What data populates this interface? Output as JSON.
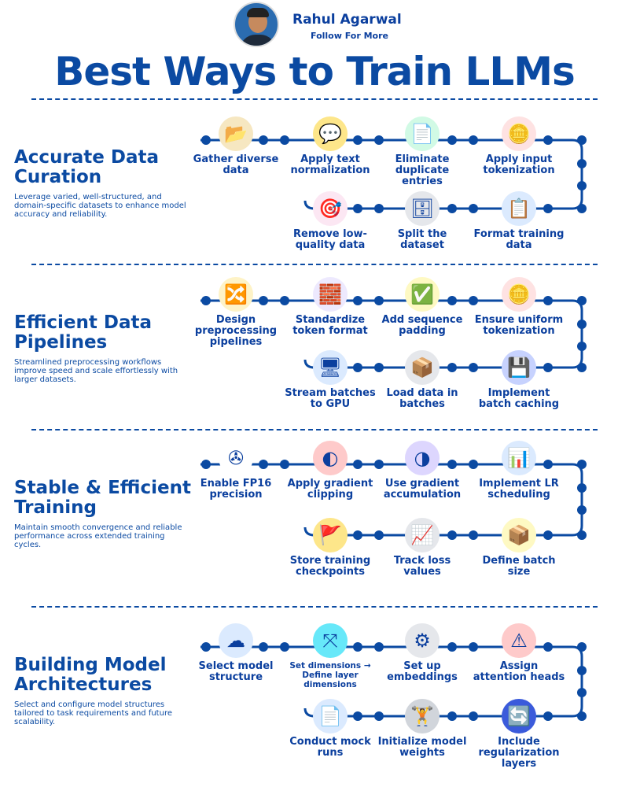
{
  "header": {
    "author": "Rahul Agarwal",
    "follow": "Follow For More",
    "title": "Best Ways to Train LLMs"
  },
  "colors": {
    "primary": "#0b4aa2",
    "text": "#0b3f9e"
  },
  "sections": [
    {
      "title": "Accurate Data Curation",
      "desc": "Leverage varied, well-structured, and domain-specific datasets to enhance model accuracy and reliability.",
      "top": [
        {
          "label": "Gather diverse data",
          "icon": "folder-icon",
          "glyph": "📂",
          "bg": "#f6e7c1"
        },
        {
          "label": "Apply text normalization",
          "icon": "speech-bubble-icon",
          "glyph": "💬",
          "bg": "#fde68a"
        },
        {
          "label": "Eliminate duplicate entries",
          "icon": "documents-icon",
          "glyph": "📄",
          "bg": "#d1fae5"
        },
        {
          "label": "Apply input tokenization",
          "icon": "token-hand-icon",
          "glyph": "🪙",
          "bg": "#fee2e2"
        }
      ],
      "bottom": [
        {
          "label": "Remove low-quality data",
          "icon": "target-icon",
          "glyph": "🎯",
          "bg": "#fce7f3"
        },
        {
          "label": "Split the dataset",
          "icon": "database-icon",
          "glyph": "🗄",
          "bg": "#e5e7eb"
        },
        {
          "label": "Format training data",
          "icon": "qc-clipboard-icon",
          "glyph": "📋",
          "bg": "#dbeafe"
        }
      ]
    },
    {
      "title": "Efficient Data Pipelines",
      "desc": "Streamlined preprocessing workflows improve speed and scale effortlessly with larger datasets.",
      "top": [
        {
          "label": "Design preprocessing pipelines",
          "icon": "pipeline-icon",
          "glyph": "🔀",
          "bg": "#fef3c7"
        },
        {
          "label": "Standardize token format",
          "icon": "stack-icon",
          "glyph": "🧱",
          "bg": "#ede9fe"
        },
        {
          "label": "Add sequence padding",
          "icon": "padding-icon",
          "glyph": "✅",
          "bg": "#fef9c3"
        },
        {
          "label": "Ensure uniform tokenization",
          "icon": "token-hand-icon",
          "glyph": "🪙",
          "bg": "#fee2e2"
        }
      ],
      "bottom": [
        {
          "label": "Stream batches to GPU",
          "icon": "gpu-icon",
          "glyph": "🖥",
          "bg": "#dbeafe"
        },
        {
          "label": "Load data in batches",
          "icon": "batch-icon",
          "glyph": "📦",
          "bg": "#e5e7eb"
        },
        {
          "label": "Implement batch caching",
          "icon": "memory-chip-icon",
          "glyph": "💾",
          "bg": "#c7d2fe"
        }
      ]
    },
    {
      "title": "Stable & Efficient Training",
      "desc": "Maintain smooth convergence and reliable performance across extended training cycles.",
      "top": [
        {
          "label": "Enable FP16 precision",
          "icon": "fan-icon",
          "glyph": "✇",
          "bg": "#ffffff"
        },
        {
          "label": "Apply gradient clipping",
          "icon": "gradient-icon",
          "glyph": "◐",
          "bg": "#fecaca"
        },
        {
          "label": "Use gradient accumulation",
          "icon": "gradient-blob-icon",
          "glyph": "◑",
          "bg": "#ddd6fe"
        },
        {
          "label": "Implement LR scheduling",
          "icon": "schedule-chart-icon",
          "glyph": "📊",
          "bg": "#dbeafe"
        }
      ],
      "bottom": [
        {
          "label": "Store training checkpoints",
          "icon": "checkpoint-flag-icon",
          "glyph": "🚩",
          "bg": "#fde68a"
        },
        {
          "label": "Track loss values",
          "icon": "monitor-chart-icon",
          "glyph": "📈",
          "bg": "#e5e7eb"
        },
        {
          "label": "Define batch size",
          "icon": "conveyor-icon",
          "glyph": "📦",
          "bg": "#fef9c3"
        }
      ]
    },
    {
      "title": "Building Model Architectures",
      "desc": "Select and configure model structures tailored to task requirements and future scalability.",
      "top": [
        {
          "label": "Select model structure",
          "icon": "cloud-network-icon",
          "glyph": "☁",
          "bg": "#dbeafe"
        },
        {
          "label": "Set dimensions → Define layer dimensions",
          "icon": "resize-icon",
          "glyph": "⤧",
          "bg": "#67e8f9",
          "small": true
        },
        {
          "label": "Set up embeddings",
          "icon": "code-gear-icon",
          "glyph": "⚙",
          "bg": "#e5e7eb"
        },
        {
          "label": "Assign attention heads",
          "icon": "head-alert-icon",
          "glyph": "⚠",
          "bg": "#fecaca"
        }
      ],
      "bottom": [
        {
          "label": "Conduct mock runs",
          "icon": "document-icon",
          "glyph": "📄",
          "bg": "#dbeafe"
        },
        {
          "label": "Initialize model weights",
          "icon": "kettlebell-icon",
          "glyph": "🏋",
          "bg": "#d1d5db"
        },
        {
          "label": "Include regularization layers",
          "icon": "refresh-icon",
          "glyph": "🔄",
          "bg": "#3b5bdb"
        }
      ]
    }
  ]
}
